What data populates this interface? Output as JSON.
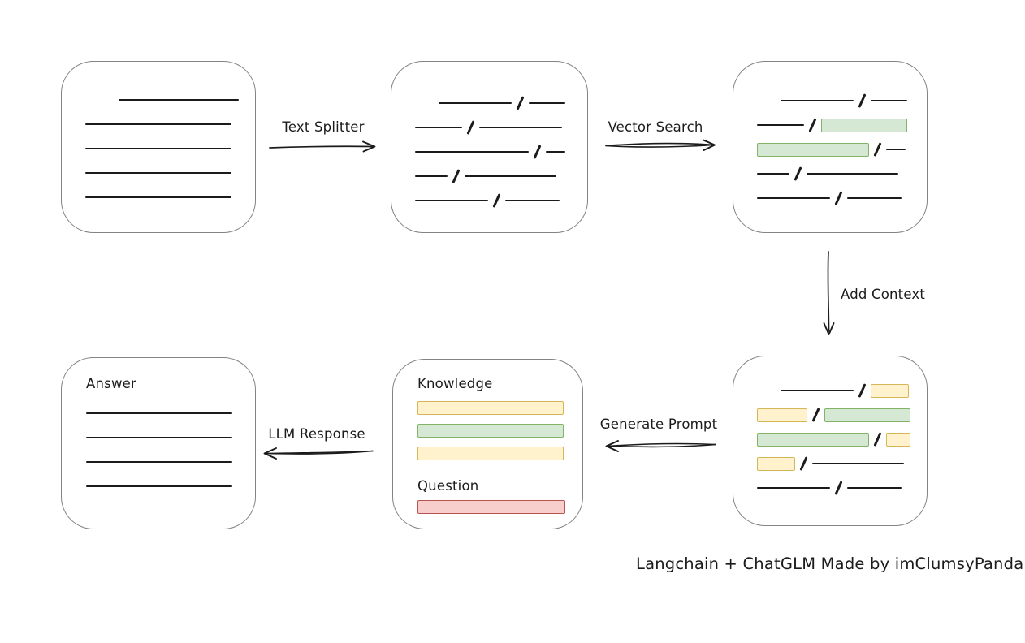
{
  "caption": "Langchain + ChatGLM Made by imClumsyPanda",
  "colors": {
    "stroke": "#1b1b1b",
    "box_border": "#838383",
    "green_fill": "#d5e8d4",
    "green_border": "#82b366",
    "yellow_fill": "#fff2cc",
    "yellow_border": "#d6b656",
    "red_fill": "#f8cecc",
    "red_border": "#b85450"
  },
  "arrows": {
    "text_splitter": {
      "label": "Text Splitter",
      "direction": "right"
    },
    "vector_search": {
      "label": "Vector Search",
      "direction": "right"
    },
    "add_context": {
      "label": "Add Context",
      "direction": "down"
    },
    "generate_prompt": {
      "label": "Generate Prompt",
      "direction": "left"
    },
    "llm_response": {
      "label": "LLM Response",
      "direction": "left"
    }
  },
  "boxes": {
    "document": {
      "rows": [
        [
          {
            "t": "gap",
            "w": 32
          },
          {
            "t": "line",
            "w": 148
          }
        ],
        [
          {
            "t": "line",
            "w": 180
          }
        ],
        [
          {
            "t": "line",
            "w": 180
          }
        ],
        [
          {
            "t": "line",
            "w": 180
          }
        ],
        [
          {
            "t": "line",
            "w": 180
          }
        ]
      ]
    },
    "chunks": {
      "rows": [
        [
          {
            "t": "gap",
            "w": 20
          },
          {
            "t": "line",
            "w": 90
          },
          {
            "t": "slash"
          },
          {
            "t": "line",
            "w": 45
          }
        ],
        [
          {
            "t": "line",
            "w": 58
          },
          {
            "t": "slash"
          },
          {
            "t": "line",
            "w": 102
          }
        ],
        [
          {
            "t": "line",
            "w": 140
          },
          {
            "t": "slash"
          },
          {
            "t": "line",
            "w": 24
          }
        ],
        [
          {
            "t": "line",
            "w": 40
          },
          {
            "t": "slash"
          },
          {
            "t": "line",
            "w": 113
          }
        ],
        [
          {
            "t": "line",
            "w": 90
          },
          {
            "t": "slash"
          },
          {
            "t": "line",
            "w": 67
          }
        ]
      ]
    },
    "retrieved": {
      "rows": [
        [
          {
            "t": "gap",
            "w": 20
          },
          {
            "t": "line",
            "w": 90
          },
          {
            "t": "slash"
          },
          {
            "t": "line",
            "w": 45
          }
        ],
        [
          {
            "t": "line",
            "w": 58
          },
          {
            "t": "slash"
          },
          {
            "t": "bar",
            "c": "green",
            "w": 106
          }
        ],
        [
          {
            "t": "bar",
            "c": "green",
            "w": 138
          },
          {
            "t": "slash"
          },
          {
            "t": "line",
            "w": 24
          }
        ],
        [
          {
            "t": "line",
            "w": 40
          },
          {
            "t": "slash"
          },
          {
            "t": "line",
            "w": 113
          }
        ],
        [
          {
            "t": "line",
            "w": 90
          },
          {
            "t": "slash"
          },
          {
            "t": "line",
            "w": 67
          }
        ]
      ]
    },
    "context": {
      "rows": [
        [
          {
            "t": "gap",
            "w": 20
          },
          {
            "t": "line",
            "w": 90
          },
          {
            "t": "slash"
          },
          {
            "t": "bar",
            "c": "yellow",
            "w": 47
          }
        ],
        [
          {
            "t": "bar",
            "c": "yellow",
            "w": 62
          },
          {
            "t": "slash"
          },
          {
            "t": "bar",
            "c": "green",
            "w": 106
          }
        ],
        [
          {
            "t": "bar",
            "c": "green",
            "w": 138
          },
          {
            "t": "slash"
          },
          {
            "t": "bar",
            "c": "yellow",
            "w": 30
          }
        ],
        [
          {
            "t": "bar",
            "c": "yellow",
            "w": 47
          },
          {
            "t": "slash"
          },
          {
            "t": "line",
            "w": 113
          }
        ],
        [
          {
            "t": "line",
            "w": 90
          },
          {
            "t": "slash"
          },
          {
            "t": "line",
            "w": 67
          }
        ]
      ]
    },
    "prompt": {
      "knowledge_label": "Knowledge",
      "question_label": "Question",
      "knowledge_bars": [
        {
          "c": "yellow",
          "w": 180
        },
        {
          "c": "green",
          "w": 180
        },
        {
          "c": "yellow",
          "w": 180
        }
      ],
      "question_bars": [
        {
          "c": "red",
          "w": 182
        }
      ]
    },
    "answer": {
      "label": "Answer",
      "rows": [
        [
          {
            "t": "line",
            "w": 180
          }
        ],
        [
          {
            "t": "line",
            "w": 180
          }
        ],
        [
          {
            "t": "line",
            "w": 180
          }
        ],
        [
          {
            "t": "line",
            "w": 180
          }
        ]
      ]
    }
  }
}
